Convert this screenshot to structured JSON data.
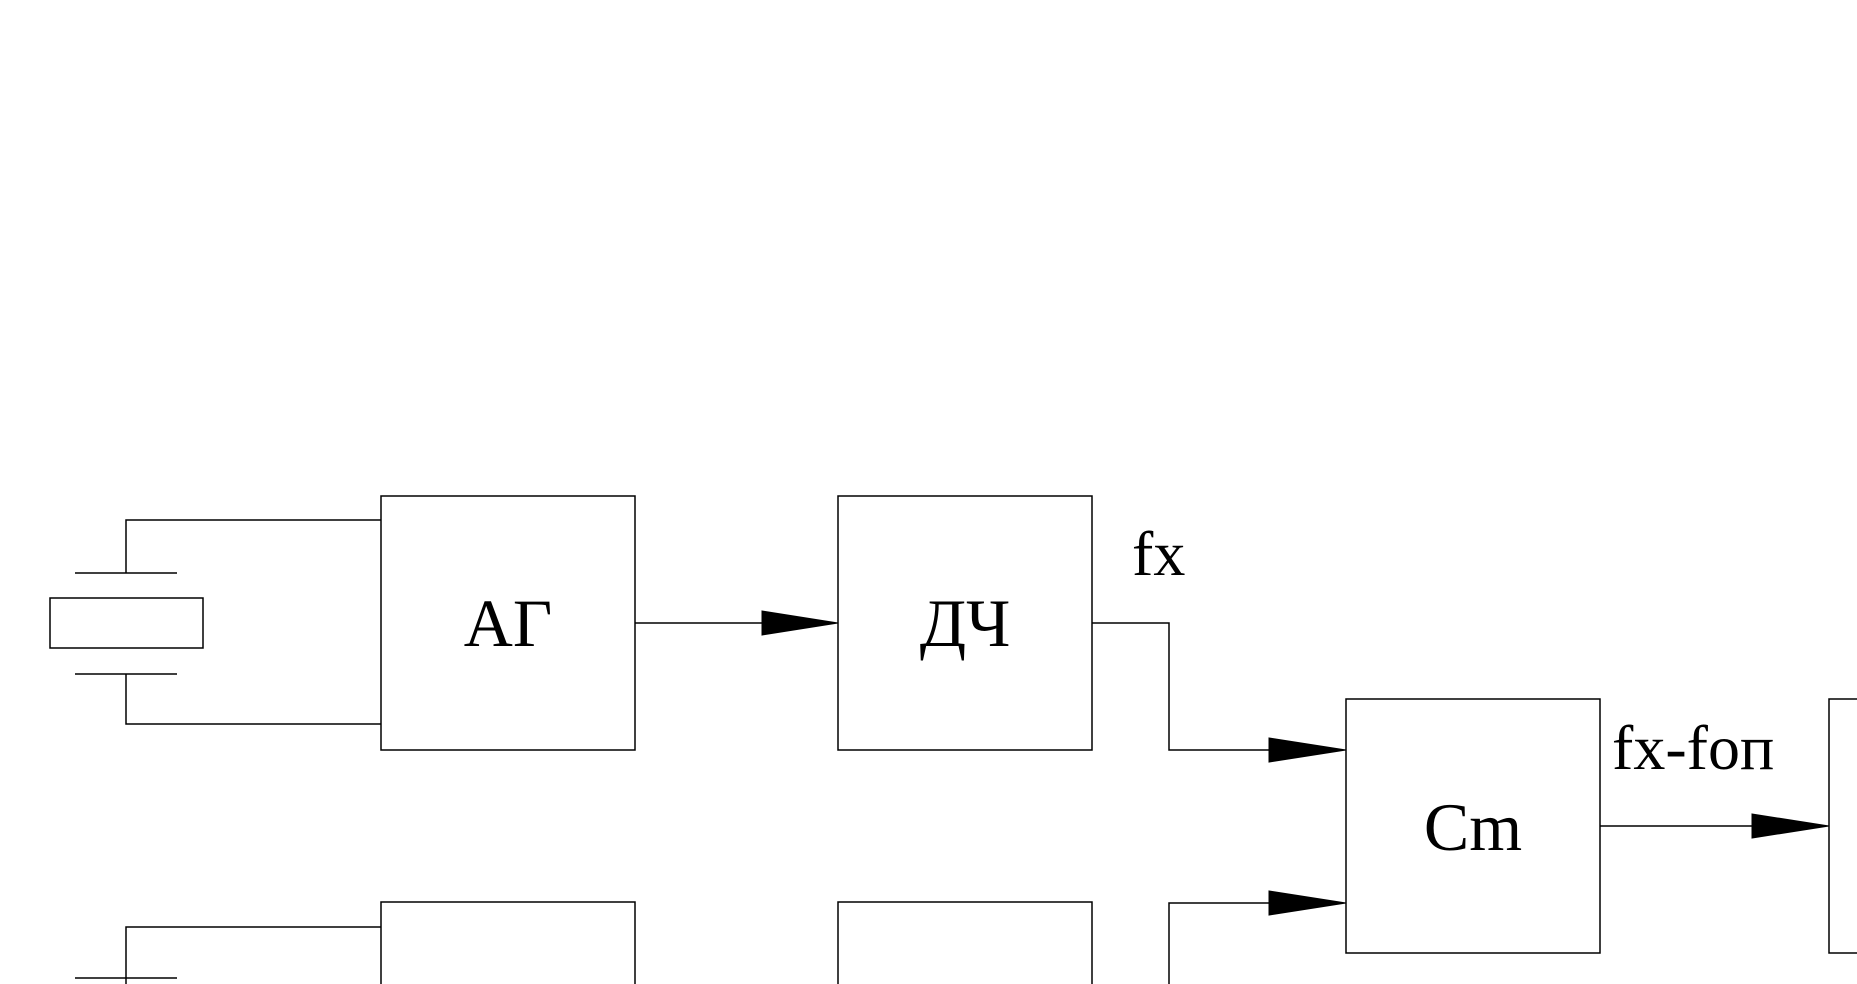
{
  "blocks": {
    "generator_top": {
      "label": "АГ"
    },
    "divider_top": {
      "label": "ДЧ"
    },
    "mixer": {
      "label": "Cm"
    },
    "generator_bottom": {
      "label": ""
    },
    "divider_bottom": {
      "label": ""
    },
    "output_block": {
      "label": ""
    }
  },
  "signals": {
    "fx": "fx",
    "fx_minus_fop": "fx-fоп"
  },
  "colors": {
    "line": "#000000",
    "background": "#ffffff"
  },
  "icons": {
    "crystal_top": "quartz-crystal-icon",
    "crystal_bottom": "quartz-crystal-icon"
  }
}
